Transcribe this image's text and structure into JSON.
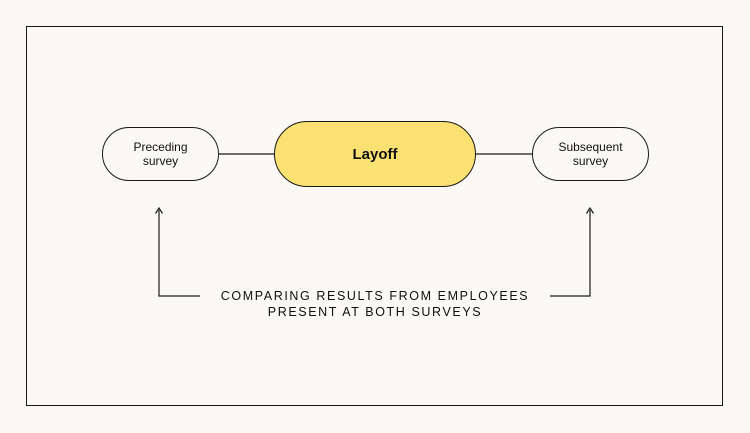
{
  "diagram": {
    "nodes": {
      "preceding": {
        "line1": "Preceding",
        "line2": "survey"
      },
      "layoff": {
        "label": "Layoff"
      },
      "subsequent": {
        "line1": "Subsequent",
        "line2": "survey"
      }
    },
    "caption": {
      "line1": "COMPARING RESULTS FROM EMPLOYEES",
      "line2": "PRESENT AT BOTH SURVEYS"
    },
    "colors": {
      "background": "#fcf8f4",
      "highlight": "#fbe072",
      "stroke": "#1a1a1a"
    }
  }
}
